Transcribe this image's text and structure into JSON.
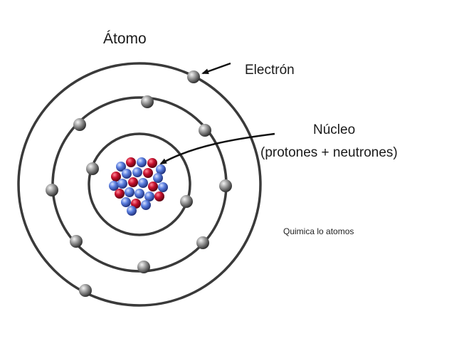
{
  "diagram": {
    "title": "Átomo",
    "labels": {
      "electron": "Electrón",
      "nucleus": "Núcleo",
      "nucleus_detail": "(protones + neutrones)"
    },
    "caption": "Quimica lo atomos",
    "colors": {
      "orbit": "#3a3a3a",
      "electron": "#8a8a8a",
      "proton": "#c8102e",
      "neutron": "#4a6fd0"
    }
  }
}
